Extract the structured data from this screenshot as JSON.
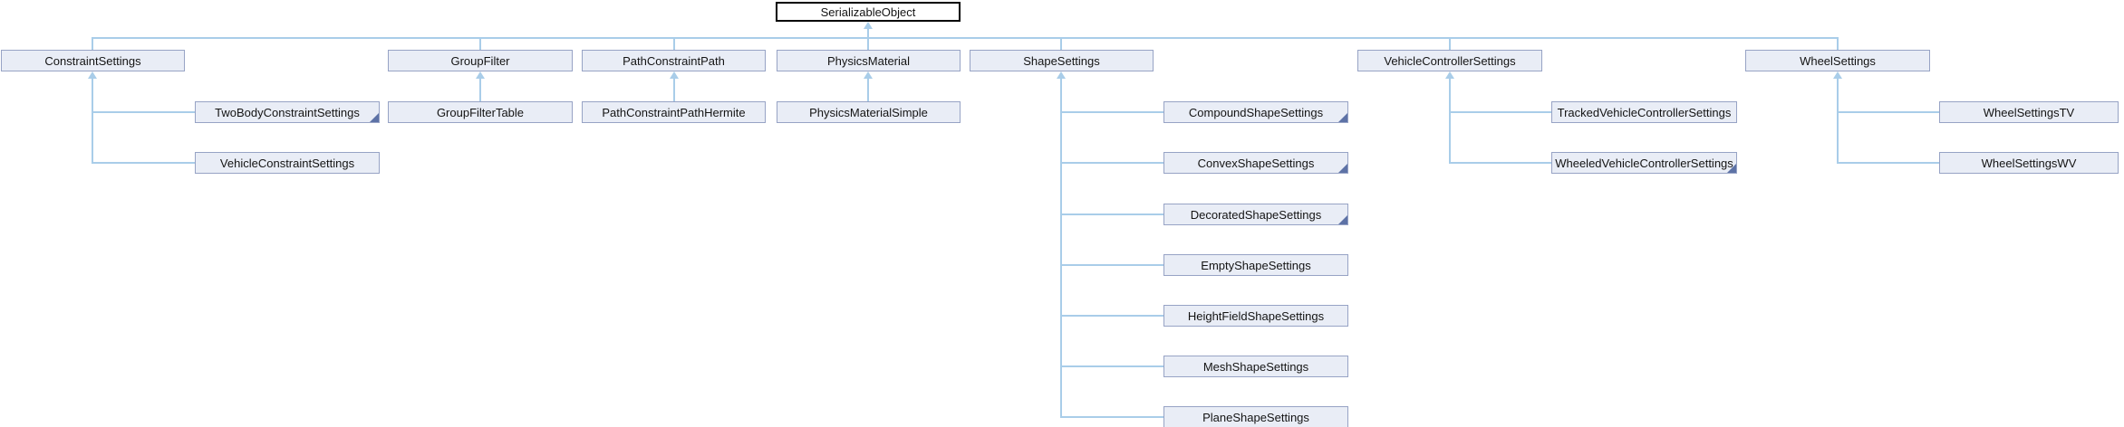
{
  "diagram_type": "class-inheritance-graph",
  "hierarchy": {
    "root": {
      "name": "SerializableObject"
    },
    "children": [
      {
        "name": "ConstraintSettings",
        "subclasses": [
          {
            "name": "TwoBodyConstraintSettings",
            "has_hidden_subclasses": true
          },
          {
            "name": "VehicleConstraintSettings",
            "has_hidden_subclasses": false
          }
        ]
      },
      {
        "name": "GroupFilter",
        "subclasses": [
          {
            "name": "GroupFilterTable",
            "has_hidden_subclasses": false
          }
        ]
      },
      {
        "name": "PathConstraintPath",
        "subclasses": [
          {
            "name": "PathConstraintPathHermite",
            "has_hidden_subclasses": false
          }
        ]
      },
      {
        "name": "PhysicsMaterial",
        "subclasses": [
          {
            "name": "PhysicsMaterialSimple",
            "has_hidden_subclasses": false
          }
        ]
      },
      {
        "name": "ShapeSettings",
        "subclasses": [
          {
            "name": "CompoundShapeSettings",
            "has_hidden_subclasses": true
          },
          {
            "name": "ConvexShapeSettings",
            "has_hidden_subclasses": true
          },
          {
            "name": "DecoratedShapeSettings",
            "has_hidden_subclasses": true
          },
          {
            "name": "EmptyShapeSettings",
            "has_hidden_subclasses": false
          },
          {
            "name": "HeightFieldShapeSettings",
            "has_hidden_subclasses": false
          },
          {
            "name": "MeshShapeSettings",
            "has_hidden_subclasses": false
          },
          {
            "name": "PlaneShapeSettings",
            "has_hidden_subclasses": false
          }
        ]
      },
      {
        "name": "VehicleControllerSettings",
        "subclasses": [
          {
            "name": "TrackedVehicleControllerSettings",
            "has_hidden_subclasses": false
          },
          {
            "name": "WheeledVehicleControllerSettings",
            "has_hidden_subclasses": true
          }
        ]
      },
      {
        "name": "WheelSettings",
        "subclasses": [
          {
            "name": "WheelSettingsTV",
            "has_hidden_subclasses": false
          },
          {
            "name": "WheelSettingsWV",
            "has_hidden_subclasses": false
          }
        ]
      }
    ]
  },
  "colors": {
    "edge": "#a9cde9",
    "node_fill": "#e9edf6",
    "node_border": "#97a3c5",
    "root_fill": "#ffffff",
    "root_border": "#000000",
    "expand_marker": "#5d72a6",
    "text": "#141414"
  }
}
